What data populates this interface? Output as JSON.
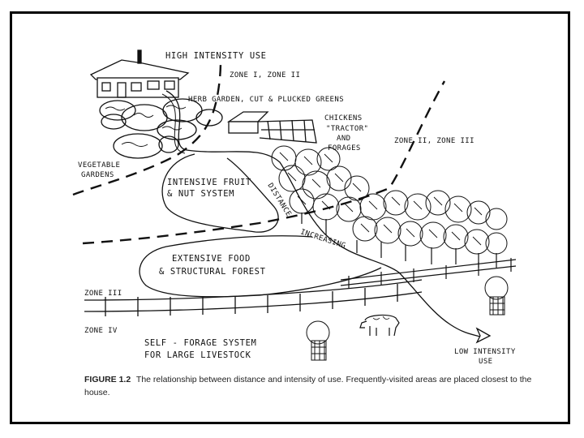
{
  "labels": {
    "high_use": "HIGH INTENSITY USE",
    "zone_1_2": "ZONE I, ZONE II",
    "herb_garden": "HERB GARDEN, CUT & PLUCKED GREENS",
    "chickens": "CHICKENS",
    "tractor": "\"TRACTOR\"",
    "and": "AND",
    "forages": "FORAGES",
    "zone_2_3": "ZONE II, ZONE III",
    "vegetable": "VEGETABLE",
    "gardens": "GARDENS",
    "fruit_1": "INTENSIVE FRUIT",
    "fruit_2": "& NUT SYSTEM",
    "distance": "DISTANCE",
    "increasing": "INCREASING",
    "forest_1": "EXTENSIVE FOOD",
    "forest_2": "& STRUCTURAL FOREST",
    "zone_3": "ZONE III",
    "zone_4": "ZONE IV",
    "self_forage_1": "SELF - FORAGE SYSTEM",
    "self_forage_2": "FOR LARGE LIVESTOCK",
    "low_use_1": "LOW INTENSITY",
    "low_use_2": "USE"
  },
  "caption": {
    "figure": "FIGURE 1.2",
    "text": "The relationship between distance and intensity of use. Frequently-visited areas are placed closest to the house."
  }
}
